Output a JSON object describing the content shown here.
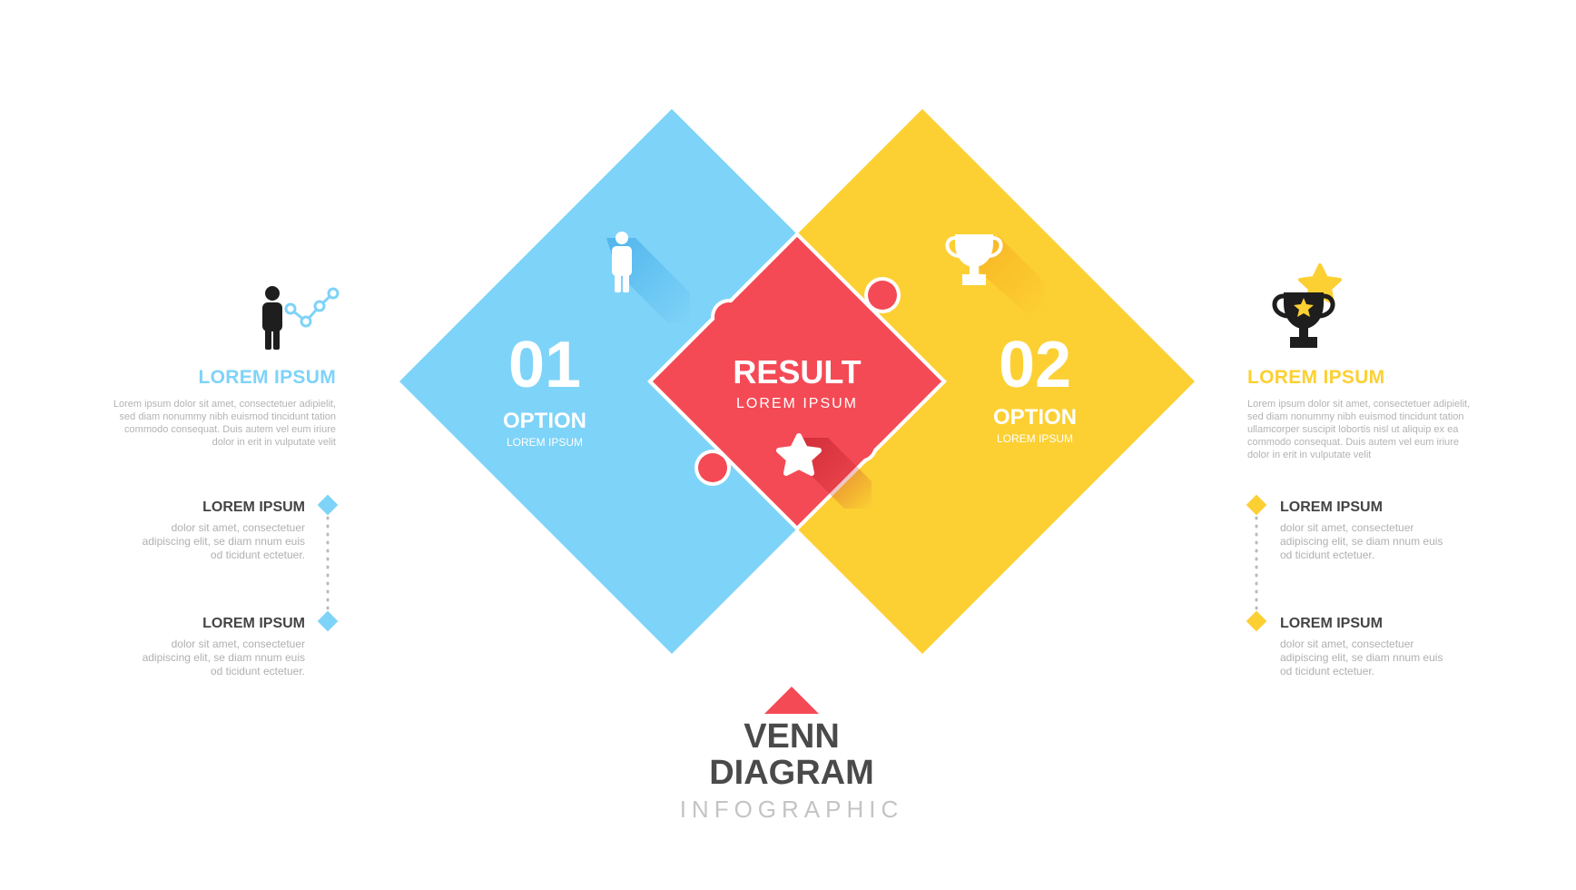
{
  "colors": {
    "blue": "#7ed3f8",
    "blue_dark": "#39a5e6",
    "yellow": "#fcd033",
    "yellow_dark": "#f6a91e",
    "red": "#f44a55",
    "red_dark": "#c2232d",
    "text_dark": "#444444",
    "text_light": "#b3b3b3"
  },
  "option1": {
    "number": "01",
    "label": "OPTION",
    "sublabel": "LOREM IPSUM",
    "icon": "person-icon"
  },
  "option2": {
    "number": "02",
    "label": "OPTION",
    "sublabel": "LOREM IPSUM",
    "icon": "trophy-icon"
  },
  "result": {
    "title": "RESULT",
    "subtitle": "LOREM IPSUM",
    "icon": "star-icon"
  },
  "left_panel": {
    "icon": "person-growth-chart-icon",
    "heading": "LOREM IPSUM",
    "text": "Lorem ipsum dolor sit amet, consectetuer adipielit, sed diam nonummy nibh euismod tincidunt tation commodo consequat. Duis autem vel eum iriure dolor in erit in vulputate velit",
    "items": [
      {
        "title": "LOREM IPSUM",
        "text": "dolor sit amet, consectetuer adipiscing elit, se diam nnum euis od ticidunt ectetuer."
      },
      {
        "title": "LOREM IPSUM",
        "text": "dolor sit amet, consectetuer adipiscing elit, se diam nnum euis od ticidunt ectetuer."
      }
    ]
  },
  "right_panel": {
    "icon": "trophy-star-icon",
    "heading": "LOREM IPSUM",
    "text": "Lorem ipsum dolor sit amet, consectetuer adipielit, sed diam nonummy nibh euismod tincidunt tation ullamcorper suscipit lobortis nisl ut aliquip ex ea commodo consequat. Duis autem vel eum iriure dolor in erit in vulputate velit",
    "items": [
      {
        "title": "LOREM IPSUM",
        "text": "dolor sit amet, consectetuer adipiscing elit, se diam nnum euis od ticidunt ectetuer."
      },
      {
        "title": "LOREM IPSUM",
        "text": "dolor sit amet, consectetuer adipiscing elit, se diam nnum euis od ticidunt ectetuer."
      }
    ]
  },
  "footer": {
    "title_line1": "VENN",
    "title_line2": "DIAGRAM",
    "subtitle": "INFOGRAPHIC"
  }
}
